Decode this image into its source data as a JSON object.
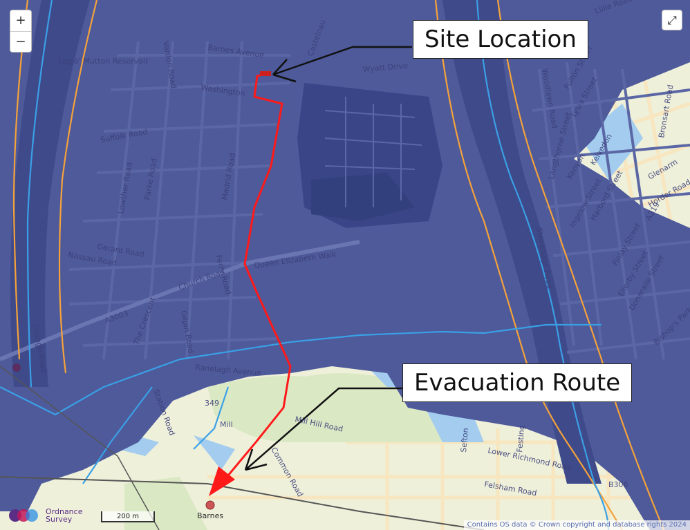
{
  "controls": {
    "zoom_in": "+",
    "zoom_out": "−",
    "fullscreen": "⤢"
  },
  "callouts": {
    "site": "Site Location",
    "evacuation": "Evacuation Route"
  },
  "streets": [
    "Lillie Road",
    "Barnes Avenue",
    "Vardon Road",
    "Castelnau",
    "Wyatt Drive",
    "Washington",
    "Suffolk Road",
    "Lowther Road",
    "Parke Road",
    "Madrid Road",
    "Ferry Road",
    "Gerard Road",
    "Nassau Road",
    "Queen Elizabeth Walk",
    "A3003",
    "The Crescent",
    "Church Road",
    "Grange Road",
    "Ranelagh Avenue",
    "Station Road",
    "Gilpin Road",
    "Mill Hill Road",
    "Mill",
    "Common Road",
    "Lower Richmond Road",
    "B306",
    "Felsham Road",
    "Sefton",
    "Festing",
    "Langthorne Street",
    "Kenyon",
    "Ingelow Street",
    "Harbord Street",
    "Stevenage Road",
    "Finlay Street",
    "Ellerby Street",
    "Doneraile Street",
    "Bishop's Park Road",
    "Woodlawn Road",
    "Lysia Street",
    "Fulton Street",
    "Kelvedon",
    "A219",
    "Horder Road",
    "Bronsart Road",
    "Glenarm"
  ],
  "water_labels": [
    "Leg o' Mutton Reservoir"
  ],
  "road_numbers": [
    "349"
  ],
  "places": {
    "barnes": "Barnes"
  },
  "os_logo": {
    "line1": "Ordnance",
    "line2": "Survey"
  },
  "scale": "200 m",
  "attribution": "Contains OS data © Crown copyright and database rights 2024",
  "colors": {
    "flood_zone": "#4e5a9a",
    "water": "#a3ccef",
    "land": "#eef0da",
    "route": "#ff1a1a",
    "admin_boundary": "#f5a23a",
    "river_line": "#3aa0e6"
  }
}
